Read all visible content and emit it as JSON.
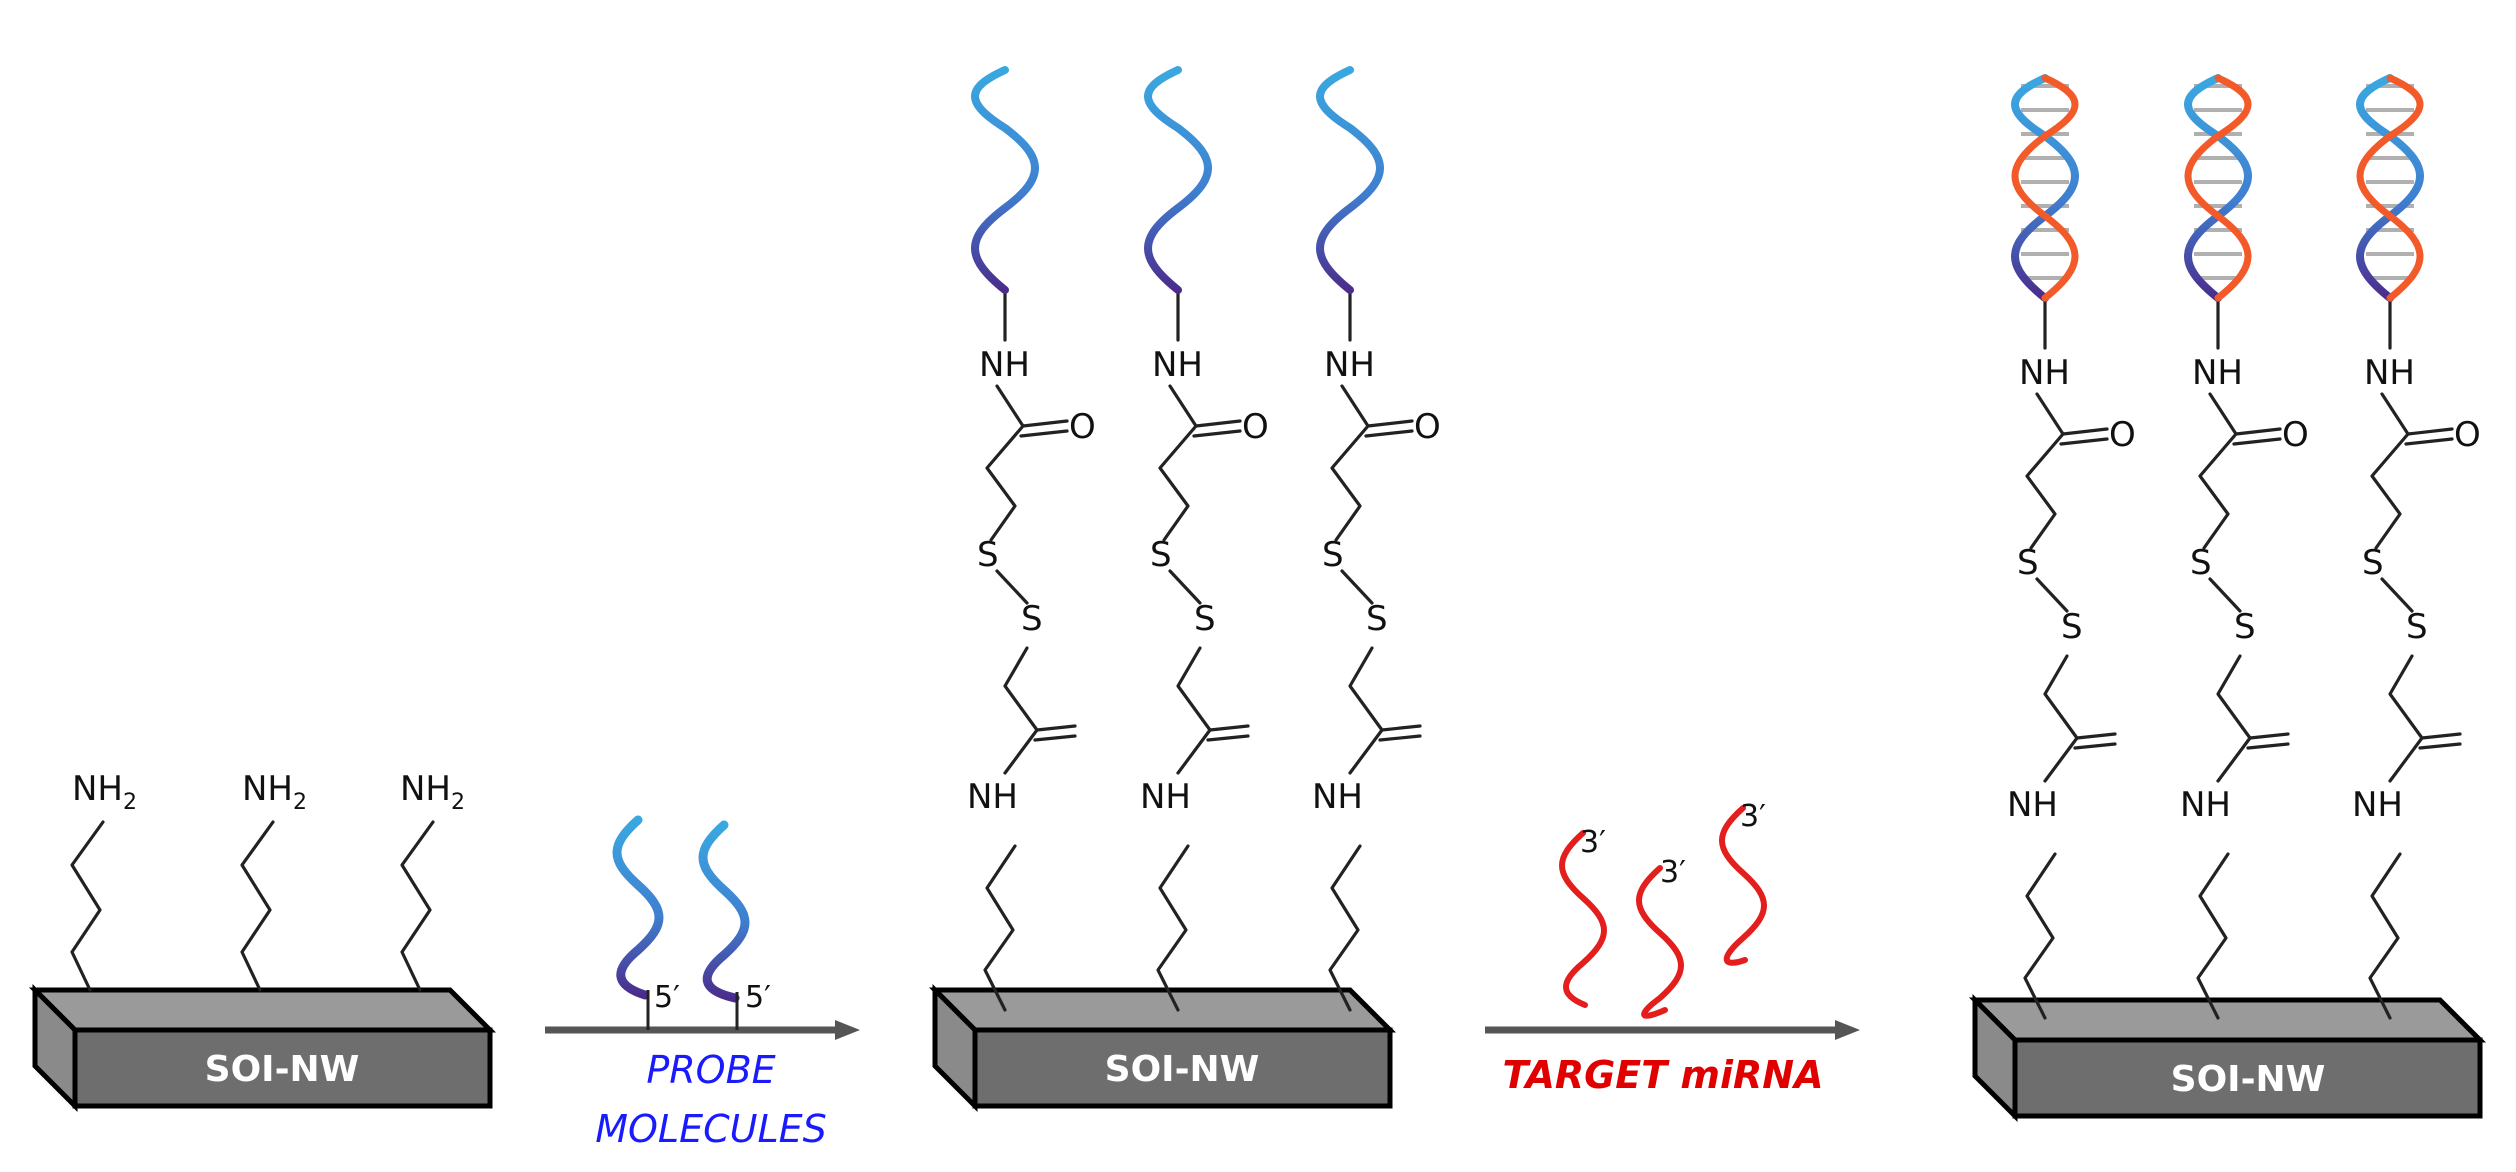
{
  "labels": {
    "amine": "NH",
    "amine_subscript": "2",
    "amide_nh": "NH",
    "carbonyl_o": "O",
    "sulfur": "S",
    "imine_nh": "NH",
    "substrate": "SOI-NW",
    "five_prime": "5′",
    "three_prime": "3′"
  },
  "steps": {
    "probe_line1": "PROBE",
    "probe_line2": "MOLECULES",
    "target": "TARGET miRNA"
  },
  "colors": {
    "probe_light": "#3aa8e0",
    "probe_dark": "#4b2c8c",
    "target": "#e41d1d",
    "hybrid": "#f25a2a",
    "probe_label": "#1a1aff",
    "target_label": "#e00000",
    "chip_front": "#6e6e6e",
    "chip_top": "#9a9a9a",
    "chip_side": "#8a8a8a"
  }
}
